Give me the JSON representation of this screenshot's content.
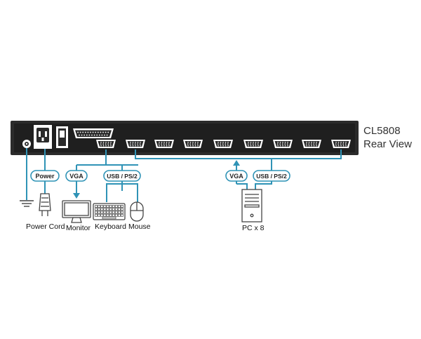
{
  "device": {
    "model": "CL5808",
    "view": "Rear View"
  },
  "labels": {
    "power": "Power",
    "vga_local": "VGA",
    "usb_ps2_local": "USB / PS/2",
    "vga_pc": "VGA",
    "usb_ps2_pc": "USB / PS/2"
  },
  "captions": {
    "power_cord": "Power Cord",
    "monitor": "Monitor",
    "keyboard": "Keyboard",
    "mouse": "Mouse",
    "pc": "PC x 8"
  },
  "colors": {
    "chassis": "#2b2b2b",
    "cable": "#2f93b6",
    "port": "#ffffff",
    "device_outline": "#444444"
  }
}
